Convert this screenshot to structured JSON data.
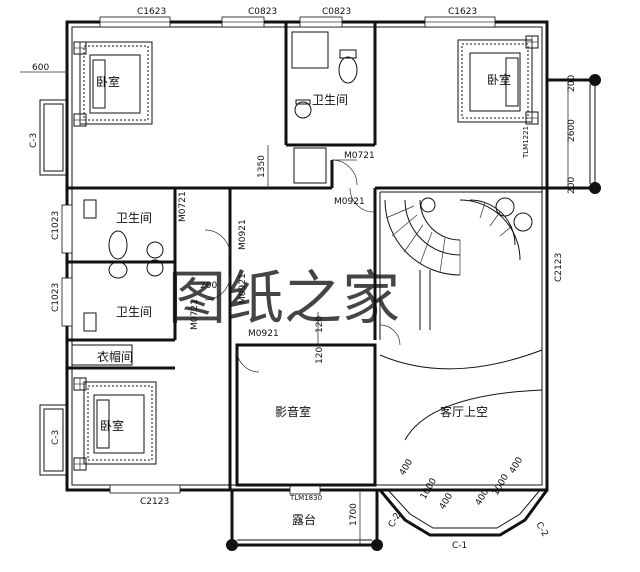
{
  "watermark": "图纸之家",
  "rooms": {
    "bedroom_nw": "卧室",
    "bedroom_ne": "卧室",
    "bedroom_sw": "卧室",
    "bath_top": "卫生间",
    "bath_mid_upper": "卫生间",
    "bath_mid_lower": "卫生间",
    "closet": "衣帽间",
    "av_room": "影音室",
    "living_void": "客厅上空",
    "terrace": "露台"
  },
  "codes": {
    "c1623_left": "C1623",
    "c0823_a": "C0823",
    "c0823_b": "C0823",
    "c1623_right": "C1623",
    "c3_left_top": "C-3",
    "c3_left_bottom": "C-3",
    "c1023_upper": "C1023",
    "c1023_lower": "C1023",
    "c2123_bottom": "C2123",
    "c2123_right": "C2123",
    "tlm1221": "TLM1221",
    "tlm1830": "TLM1830",
    "m0721_top": "M0721",
    "m0721_upper": "M0721",
    "m0721_lower": "M0721",
    "m0921_a": "M0921",
    "m0921_b": "M0921",
    "m0921_c": "M0921",
    "m0921_d": "M0921",
    "c1": "C-1",
    "c2_left": "C-2",
    "c2_right": "C-2"
  },
  "dims": {
    "d600": "600",
    "d1350": "1350",
    "d2600": "2600",
    "d200_top": "200",
    "d200_bottom": "200",
    "d1700": "1700",
    "d120_a": "120",
    "d120_b": "120",
    "d200_mid": "200",
    "d400_a": "400",
    "d1000": "1000",
    "d400_b": "400",
    "d400_c": "400",
    "d1000_b": "1000",
    "d400_d": "400"
  },
  "colors": {
    "walls": "#111111",
    "watermark": "#ee2a2a",
    "background": "#ffffff"
  }
}
